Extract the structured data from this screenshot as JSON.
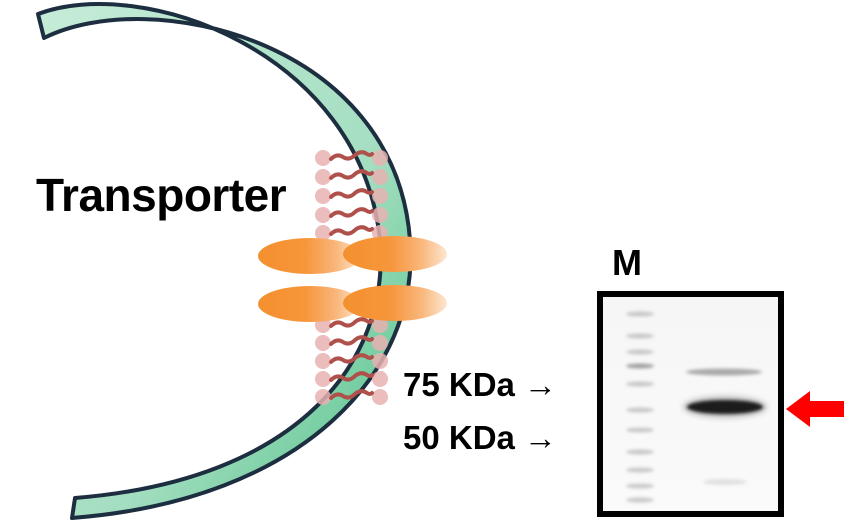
{
  "diagram": {
    "title": "Transporter",
    "lane_marker": "M",
    "molecular_weights": [
      {
        "label": "75 KDa →"
      },
      {
        "label": "50 KDa →"
      }
    ]
  },
  "colors": {
    "membrane_fill": "#a8dfc3",
    "membrane_edge": "#1c2e3f",
    "protein": "#f5923a",
    "lipid_head": "#e8b1b1",
    "lipid_tail": "#b0504b",
    "band_indicator": "#ff0000",
    "blot_frame": "#000000"
  },
  "gel": {
    "lanes": [
      "marker",
      "sample"
    ],
    "sample_bands": [
      {
        "marker_ref": "75 KDa",
        "intensity": 0.15
      },
      {
        "marker_ref": "between 75 and 50 KDa",
        "intensity": 0.9
      }
    ]
  }
}
